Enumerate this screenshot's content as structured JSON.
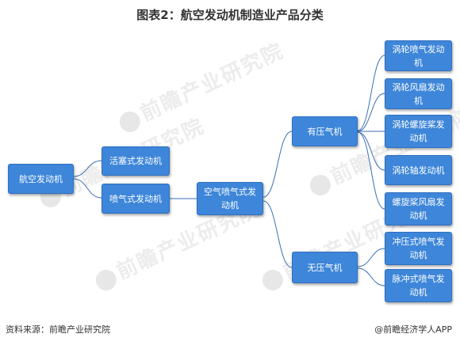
{
  "title": "图表2：航空发动机制造业产品分类",
  "nodes": {
    "root": "航空发动机",
    "piston": "活塞式发动机",
    "jet": "喷气式发动机",
    "air_breathing": "空气喷气式发动机",
    "with_compressor": "有压气机",
    "without_compressor": "无压气机",
    "turbojet": "涡轮喷气发动机",
    "turbofan": "涡轮风扇发动机",
    "turboprop": "涡轮螺旋桨发动机",
    "turboshaft": "涡轮轴发动机",
    "propfan": "螺旋桨风扇发动机",
    "ramjet": "冲压式喷气发动机",
    "pulsejet": "脉冲式喷气发动机"
  },
  "watermark": {
    "text": "前瞻产业研究院"
  },
  "footer": {
    "source": "资料来源：前瞻产业研究院",
    "credit": "@前瞻经济学人APP"
  },
  "colors": {
    "node_fill": "#3d86d9",
    "connector": "#3a6fb5"
  }
}
